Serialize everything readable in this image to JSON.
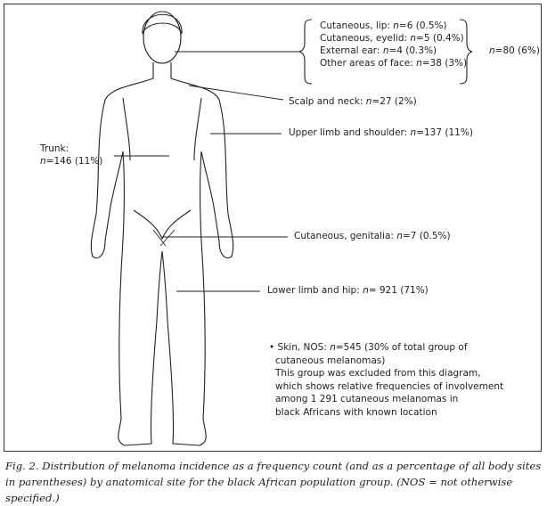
{
  "face": {
    "items": [
      {
        "label": "Cutaneous, lip: ",
        "n": "n",
        "value": "=6 (0.5%)"
      },
      {
        "label": "Cutaneous, eyelid: ",
        "n": "n",
        "value": "=5 (0.4%)"
      },
      {
        "label": "External ear: ",
        "n": "n",
        "value": "=4 (0.3%)"
      },
      {
        "label": "Other areas of face: ",
        "n": "n",
        "value": "=38 (3%)"
      }
    ],
    "total_n": "n",
    "total_value": "=80 (6%)"
  },
  "scalp": {
    "label": "Scalp and neck: ",
    "n": "n",
    "value": "=27 (2%)"
  },
  "upper_limb": {
    "label": "Upper limb and shoulder: ",
    "n": "n",
    "value": "=137 (11%)"
  },
  "trunk": {
    "label": "Trunk:",
    "n": "n",
    "value": "=146 (11%)"
  },
  "genitalia": {
    "label": "Cutaneous, genitalia: ",
    "n": "n",
    "value": "=7 (0.5%)"
  },
  "lower_limb": {
    "label": "Lower limb and hip: ",
    "n": "n",
    "value": "= 921 (71%)"
  },
  "note": {
    "line1_a": "• Skin, NOS: ",
    "n": "n",
    "line1_b": "=545 (30% of total group of",
    "lines": [
      "cutaneous melanomas)",
      "This group was excluded from this diagram,",
      "which shows relative frequencies of involvement",
      "among 1 291 cutaneous melanomas in",
      "black Africans with known location"
    ]
  },
  "caption": "Fig. 2. Distribution of melanoma incidence as a frequency count (and as a percentage of all body sites in parentheses) by anatomical site for the black African population group. (NOS = not otherwise specified.)"
}
